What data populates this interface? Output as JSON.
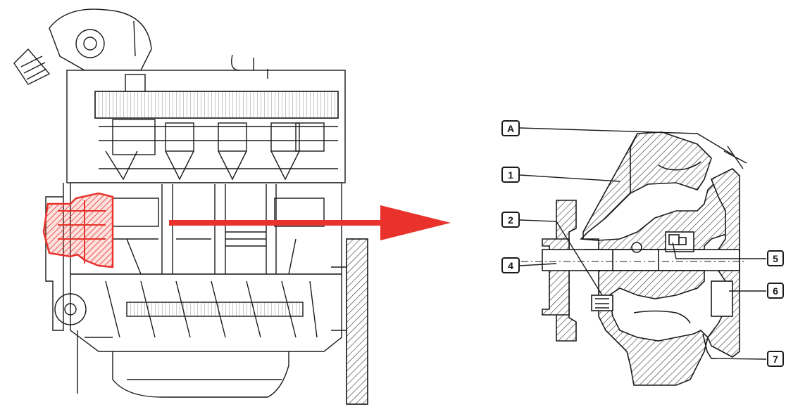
{
  "callouts": {
    "a": "A",
    "c1": "1",
    "c2": "2",
    "c4": "4",
    "c5": "5",
    "c6": "6",
    "c7": "7"
  },
  "colors": {
    "line": "#1a1a1a",
    "highlight": "#e8322b",
    "hatch": "#333333",
    "paper": "#ffffff"
  },
  "icons": {
    "arrow": "right-arrow-icon"
  }
}
